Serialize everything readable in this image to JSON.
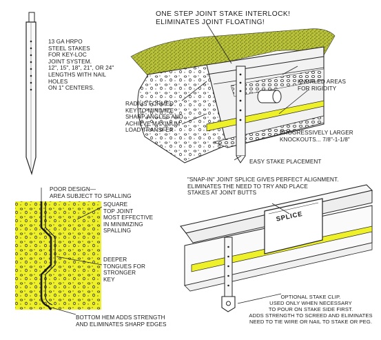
{
  "stake_text": "13 ga HRPO\nSTEEL STAKES\nFOR KEY-LOC\nJOINT SYSTEM.\n12\", 15\", 18\", 21\", or 24\"\nLENGTHS WITH NAIL HOLES\nON 1\" CENTERS.",
  "callouts": {
    "interlock": "ONE STEP JOINT STAKE INTERLOCK!\nELIMINATES JOINT FLOATING!",
    "knurled": "KNURLED AREAS\nFOR RIGIDITY",
    "radius": "RADIUS FORMED\nKEY TO MINIMIZE\nSHARP ANGLES AND\nACHIEVE MAXIMUM\nLOAD TRANSFER",
    "knockouts": "PROGRESSIVELY LARGER\nKNOCKOUTS... 7/8\"-1-1/8\"",
    "easy_stake": "EASY STAKE PLACEMENT",
    "poor_design": "POOR DESIGN—\nAREA SUBJECT TO SPALLING",
    "square_top": "SQUARE\nTOP JOINT\nMOST EFFECTIVE\nIN MINIMIZING\nSPALLING",
    "deeper": "DEEPER\nTONGUES FOR\nSTRONGER\nKEY",
    "bottom_hem": "BOTTOM HEM ADDS STRENGTH\nAND ELIMINATES SHARP EDGES",
    "snap_in": "\"SNAP-IN\" JOINT SPLICE GIVES PERFECT ALIGNMENT.\nELIMINATES THE NEED TO TRY AND PLACE\nSTAKES AT JOINT BUTTS",
    "splice_label": "SPLICE",
    "stake_clip": "OPTIONAL STAKE CLIP.\nUSED ONLY WHEN NECESSARY\nTO POUR ON STAKE SIDE FIRST.\nADDS STRENGTH TO SCREED AND ELIMINATES\nNEED TO TIE WIRE OR NAIL TO STAKE OR PEG."
  },
  "colors": {
    "highlight_yellow": "#eef02a",
    "grass_green": "#b9c23a",
    "line": "#1a1a1a"
  }
}
